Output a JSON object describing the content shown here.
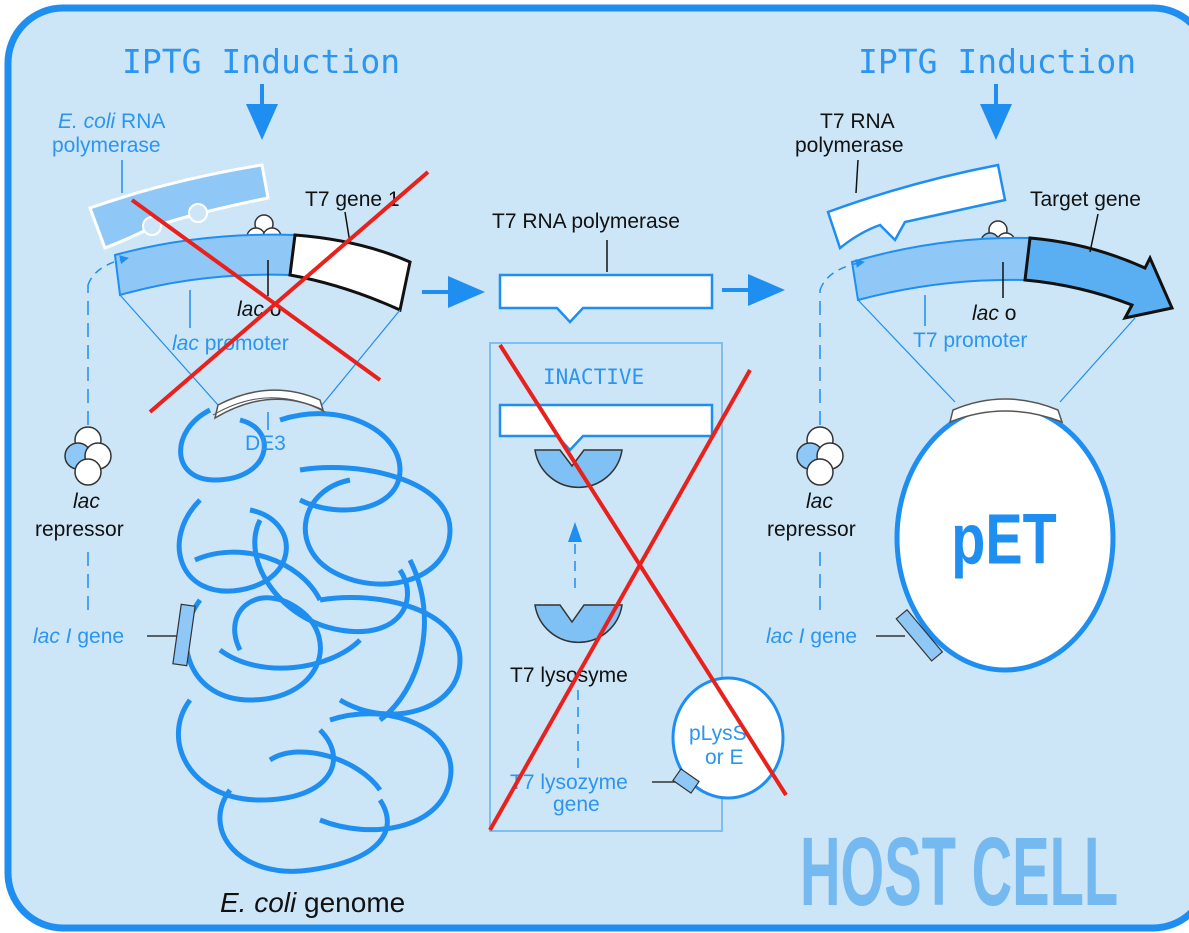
{
  "colors": {
    "background": "#cde6f7",
    "border": "#1f8ef1",
    "dna": "#1f8ef1",
    "light_blue_text": "#2b95f0",
    "dark_text": "#111111",
    "strike": "#e8211c",
    "protein_fill": "#7fc0f5",
    "host_cell_text": "#74b9f0"
  },
  "left": {
    "induction": "IPTG Induction",
    "rnap_line1": "E. coli",
    "rnap_line1_rest": " RNA",
    "rnap_line2": "polymerase",
    "t7_gene": "T7 gene 1",
    "lac_o_italic": "lac",
    "lac_o_rest": " o",
    "lac_promoter_italic": "lac",
    "lac_promoter_rest": " promoter",
    "de3": "DE3",
    "repressor_italic": "lac",
    "repressor_word": "repressor",
    "laci_italic": "lac I",
    "laci_rest": " gene",
    "genome_italic": "E. coli",
    "genome_rest": " genome"
  },
  "middle": {
    "t7_rnap": "T7 RNA polymerase",
    "inactive": "INACTIVE",
    "lysozyme": "T7 lysosyme",
    "lysozyme_gene_line1": "T7 lysozyme",
    "lysozyme_gene_line2": "gene",
    "plasmid_line1": "pLysS",
    "plasmid_line2": "or E"
  },
  "right": {
    "induction": "IPTG Induction",
    "rnap_line1": "T7 RNA",
    "rnap_line2": "polymerase",
    "target_gene": "Target gene",
    "lac_o_italic": "lac",
    "lac_o_rest": " o",
    "t7_promoter": "T7 promoter",
    "repressor_italic": "lac",
    "repressor_word": "repressor",
    "laci_italic": "lac I",
    "laci_rest": " gene",
    "pet": "pET"
  },
  "host_cell": "HOST CELL"
}
